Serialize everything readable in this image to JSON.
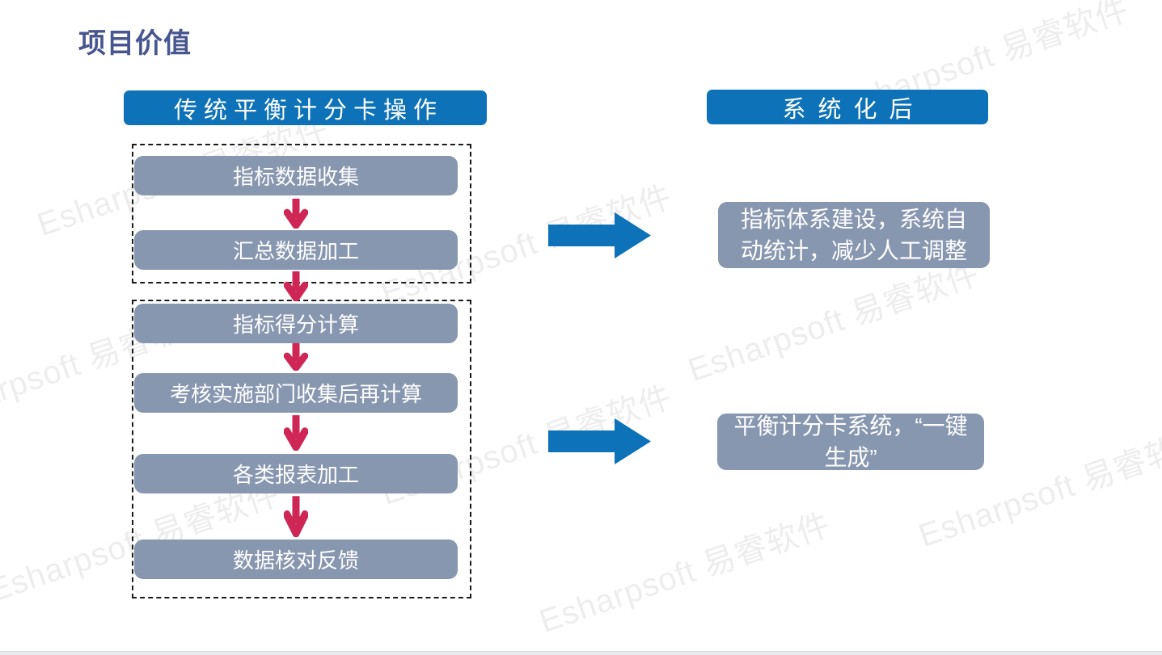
{
  "title": "项目价值",
  "left_panel": {
    "header": "传统平衡计分卡操作",
    "group1": [
      "指标数据收集",
      "汇总数据加工"
    ],
    "group2": [
      "指标得分计算",
      "考核实施部门收集后再计算",
      "各类报表加工",
      "数据核对反馈"
    ]
  },
  "right_panel": {
    "header": "系统化后",
    "benefit1": "指标体系建设，系统自动统计，减少人工调整",
    "benefit2": "平衡计分卡系统，“一键生成”"
  },
  "watermark": {
    "text": "Esharpsoft 易睿软件"
  },
  "colors": {
    "header_blue": "#0D72B8",
    "box_gray": "#8897B0",
    "arrow_red": "#CE2756",
    "title_blue": "#47568F",
    "watermark_gray": "#ededed"
  }
}
